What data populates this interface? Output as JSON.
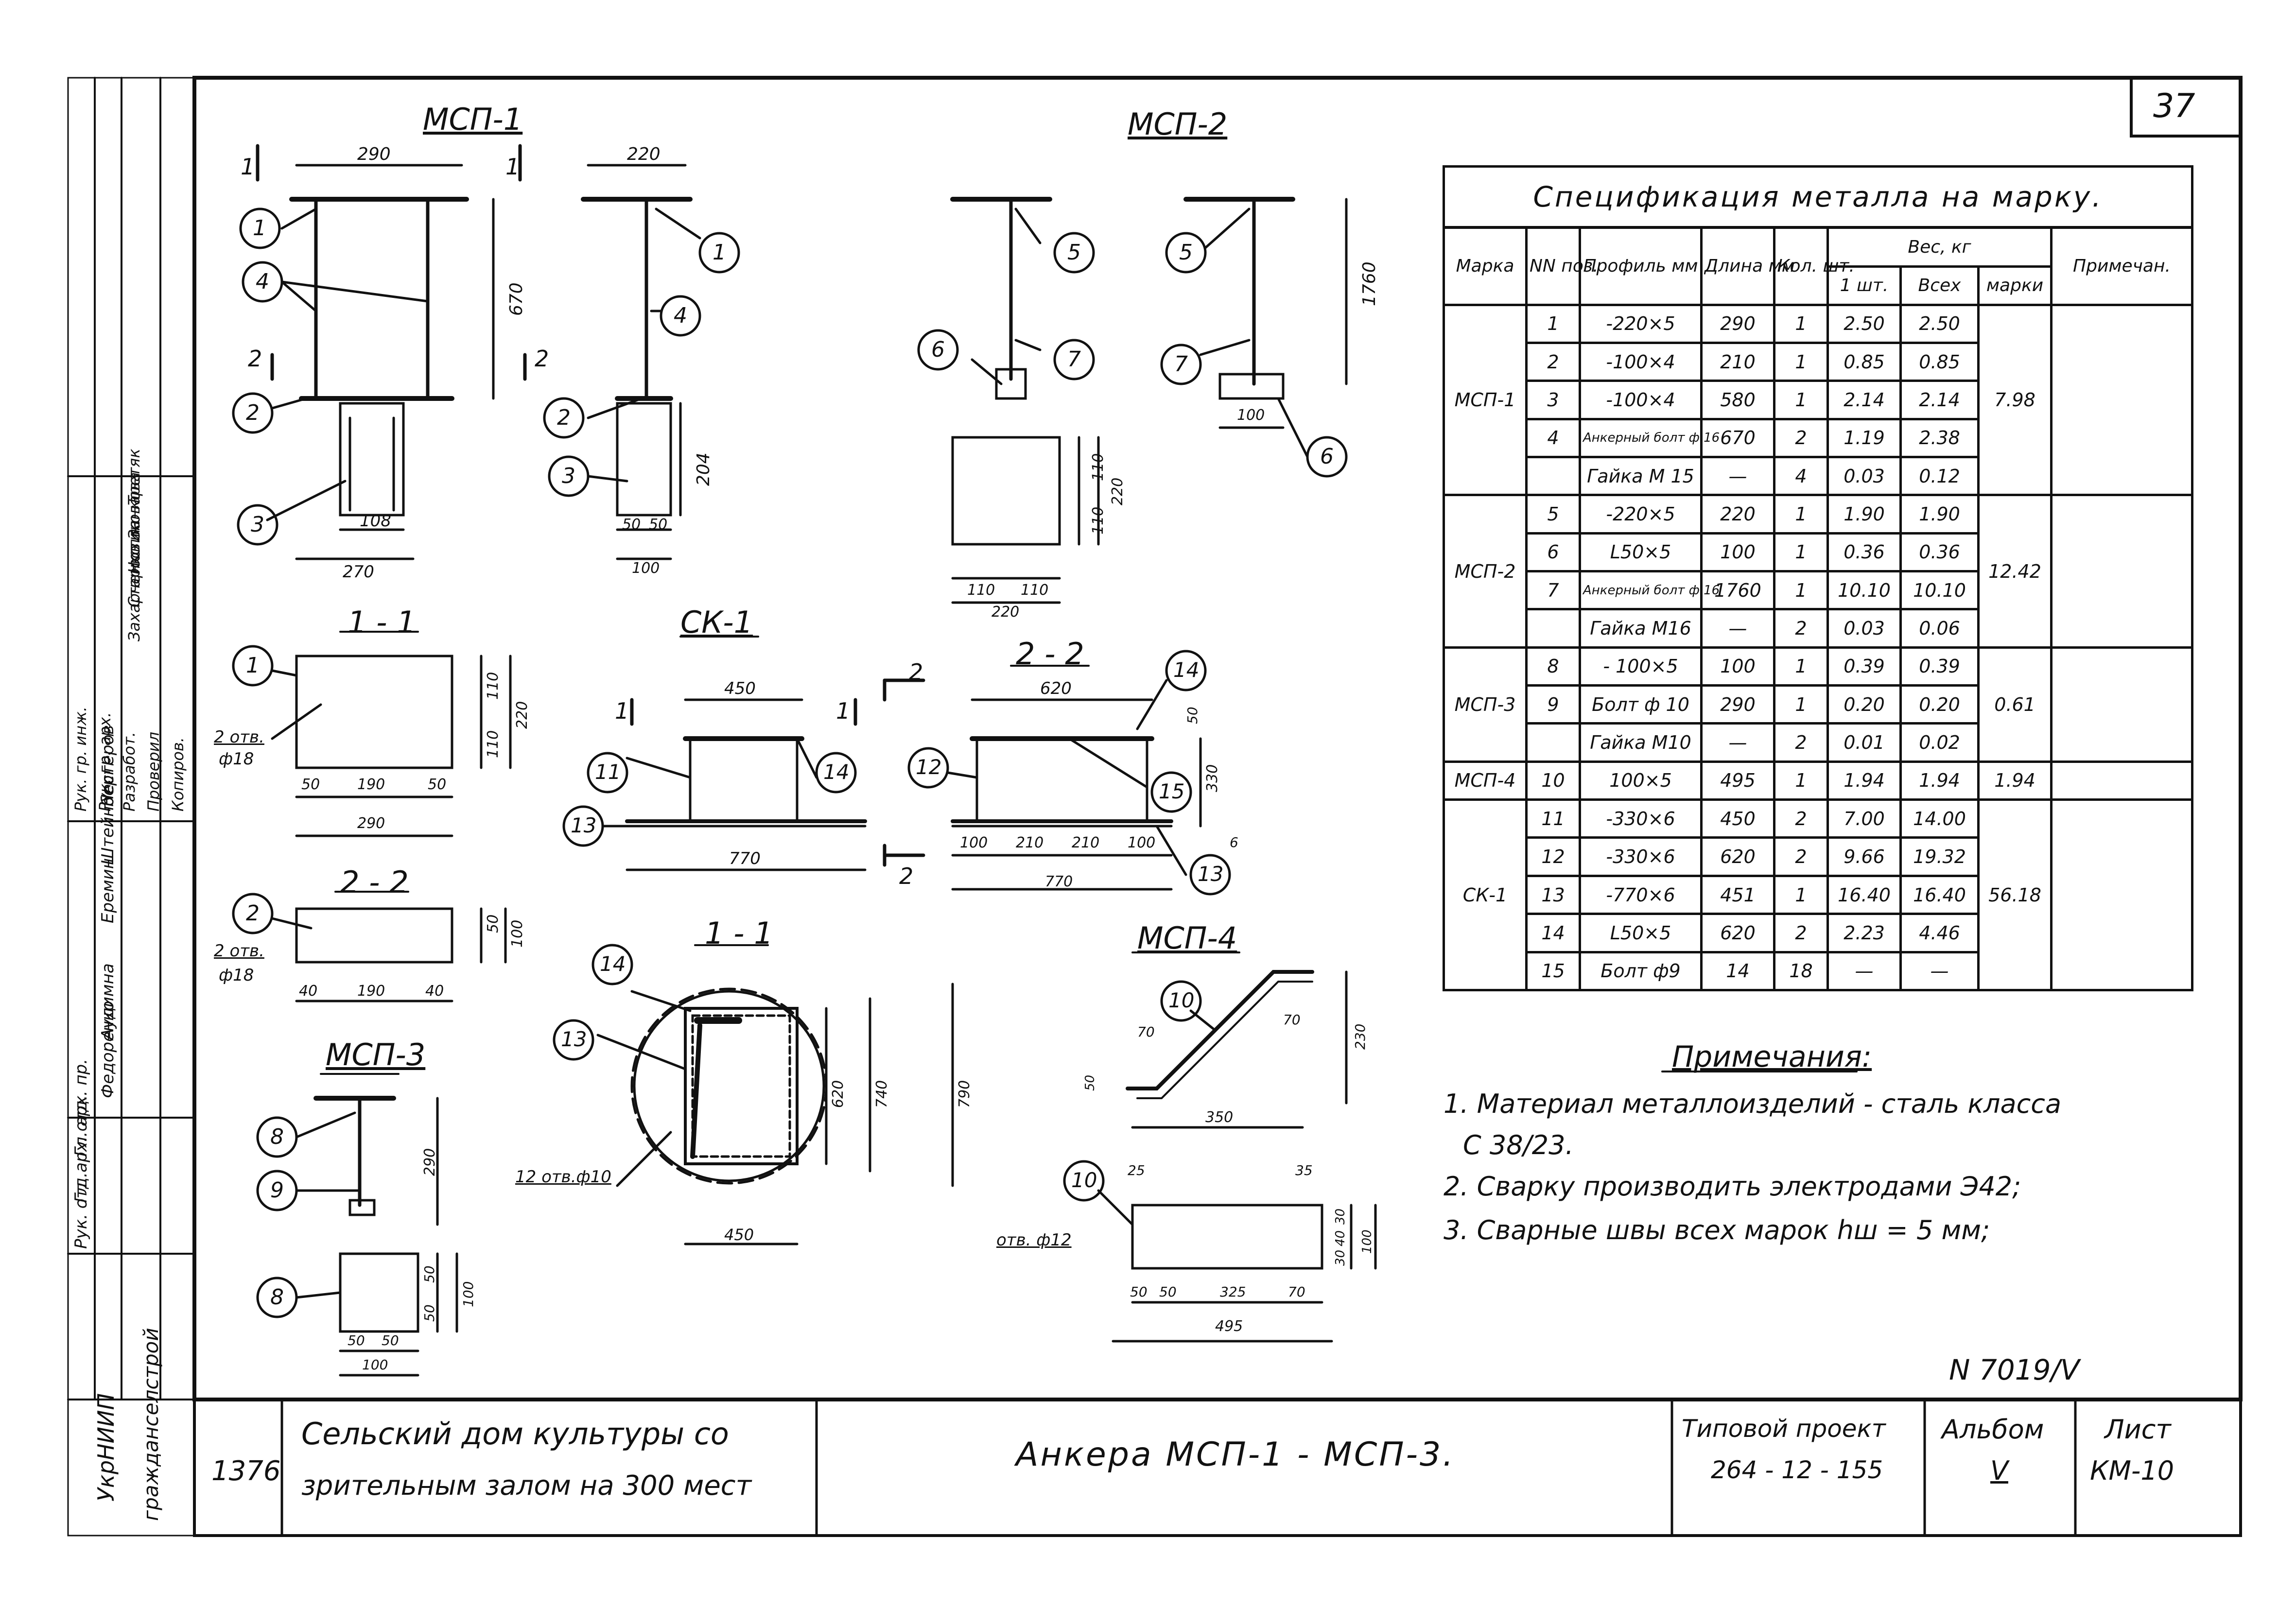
{
  "sheet_number": "37",
  "drawing_labels": {
    "msp1": "МСП-1",
    "msp2": "МСП-2",
    "msp3": "МСП-3",
    "msp4": "МСП-4",
    "ck1": "СК-1",
    "sec11_left": "1 - 1",
    "sec22_left": "2 - 2",
    "sec22_ck": "2 - 2",
    "sec11_ck": "1 - 1"
  },
  "dimensions": {
    "d290": "290",
    "d220": "220",
    "d670": "670",
    "d1760": "1760",
    "d204": "204",
    "d108": "108",
    "d270": "270",
    "d50a": "50",
    "d50b": "50",
    "d100": "100",
    "d100b": "100",
    "d110a": "110",
    "d110b": "110",
    "d220b": "220",
    "d110c": "110",
    "d110d": "110",
    "d220c": "220",
    "s11_110a": "110",
    "s11_110b": "110",
    "s11_220": "220",
    "s11_50a": "50",
    "s11_190": "190",
    "s11_50b": "50",
    "s11_290": "290",
    "s11_holes": "2 отв.",
    "s11_d18": "ф18",
    "s22_50": "50",
    "s22_100": "100",
    "s22_40a": "40",
    "s22_190": "190",
    "s22_40b": "40",
    "s22_holes": "2 отв.",
    "s22_d18": "ф18",
    "ck_450": "450",
    "ck_620": "620",
    "ck_330": "330",
    "ck_50": "50",
    "ck_770": "770",
    "ck_100a": "100",
    "ck_210a": "210",
    "ck_210b": "210",
    "ck_100b": "100",
    "ck_770b": "770",
    "ck_6": "6",
    "c11_620": "620",
    "c11_740": "740",
    "c11_790": "790",
    "c11_450": "450",
    "c11_holes": "12 отв.ф10",
    "m3_290": "290",
    "m3_50a": "50",
    "m3_50b": "50",
    "m3_100": "100",
    "m3_50c": "50",
    "m3_50d": "50",
    "m3_100b": "100",
    "m4_70": "70",
    "m4_230": "230",
    "m4_70b": "70",
    "m4_350": "350",
    "m4_50": "50",
    "m4_25": "25",
    "m4_35": "35",
    "m4_50a": "50",
    "m4_50b": "50",
    "m4_325": "325",
    "m4_70c": "70",
    "m4_495": "495",
    "m4_holes": "отв. ф12",
    "m4_30a": "30",
    "m4_40": "40",
    "m4_30b": "30",
    "m4_100": "100"
  },
  "cut_marks": {
    "c1a": "1",
    "c1b": "1",
    "c2a": "2",
    "c2b": "2",
    "ck1a": "1",
    "ck1b": "1",
    "ck2a": "2",
    "ck2b": "2"
  },
  "positions": {
    "p1a": "1",
    "p4": "4",
    "p2a": "2",
    "p3a": "3",
    "p1b": "1",
    "p4b": "4",
    "p2b": "2",
    "p3b": "3",
    "p5a": "5",
    "p6a": "6",
    "p7a": "7",
    "p5b": "5",
    "p7b": "7",
    "p6b": "6",
    "p1c": "1",
    "p2c": "2",
    "p11": "11",
    "p13a": "13",
    "p14a": "14",
    "p12": "12",
    "p14b": "14",
    "p15": "15",
    "p13b": "13",
    "p14c": "14",
    "p13c": "13",
    "p8a": "8",
    "p9": "9",
    "p8b": "8",
    "p10a": "10",
    "p10b": "10"
  },
  "spec_table": {
    "caption": "Спецификация металла на марку.",
    "headers": {
      "mark": "Марка",
      "pos": "NN поз.",
      "profile": "Профиль мм",
      "length": "Длина мм",
      "qty": "Кол. шт.",
      "weight": "Вес, кг",
      "w1": "1 шт.",
      "wall": "Всех",
      "wmark": "марки",
      "note": "Примечан."
    },
    "groups": [
      {
        "mark": "МСП-1",
        "total": "7.98",
        "rows": [
          {
            "pos": "1",
            "profile": "-220×5",
            "length": "290",
            "qty": "1",
            "w1": "2.50",
            "wall": "2.50"
          },
          {
            "pos": "2",
            "profile": "-100×4",
            "length": "210",
            "qty": "1",
            "w1": "0.85",
            "wall": "0.85"
          },
          {
            "pos": "3",
            "profile": "-100×4",
            "length": "580",
            "qty": "1",
            "w1": "2.14",
            "wall": "2.14"
          },
          {
            "pos": "4",
            "profile": "Анкерный болт ф 16",
            "length": "670",
            "qty": "2",
            "w1": "1.19",
            "wall": "2.38"
          },
          {
            "pos": "",
            "profile": "Гайка М 15",
            "length": "—",
            "qty": "4",
            "w1": "0.03",
            "wall": "0.12"
          }
        ]
      },
      {
        "mark": "МСП-2",
        "total": "12.42",
        "rows": [
          {
            "pos": "5",
            "profile": "-220×5",
            "length": "220",
            "qty": "1",
            "w1": "1.90",
            "wall": "1.90"
          },
          {
            "pos": "6",
            "profile": "L50×5",
            "length": "100",
            "qty": "1",
            "w1": "0.36",
            "wall": "0.36"
          },
          {
            "pos": "7",
            "profile": "Анкерный болт ф 16",
            "length": "1760",
            "qty": "1",
            "w1": "10.10",
            "wall": "10.10"
          },
          {
            "pos": "",
            "profile": "Гайка М16",
            "length": "—",
            "qty": "2",
            "w1": "0.03",
            "wall": "0.06"
          }
        ]
      },
      {
        "mark": "МСП-3",
        "total": "0.61",
        "rows": [
          {
            "pos": "8",
            "profile": "- 100×5",
            "length": "100",
            "qty": "1",
            "w1": "0.39",
            "wall": "0.39"
          },
          {
            "pos": "9",
            "profile": "Болт ф 10",
            "length": "290",
            "qty": "1",
            "w1": "0.20",
            "wall": "0.20"
          },
          {
            "pos": "",
            "profile": "Гайка М10",
            "length": "—",
            "qty": "2",
            "w1": "0.01",
            "wall": "0.02"
          }
        ]
      },
      {
        "mark": "МСП-4",
        "total": "1.94",
        "rows": [
          {
            "pos": "10",
            "profile": "100×5",
            "length": "495",
            "qty": "1",
            "w1": "1.94",
            "wall": "1.94"
          }
        ]
      },
      {
        "mark": "СК-1",
        "total": "56.18",
        "rows": [
          {
            "pos": "11",
            "profile": "-330×6",
            "length": "450",
            "qty": "2",
            "w1": "7.00",
            "wall": "14.00"
          },
          {
            "pos": "12",
            "profile": "-330×6",
            "length": "620",
            "qty": "2",
            "w1": "9.66",
            "wall": "19.32"
          },
          {
            "pos": "13",
            "profile": "-770×6",
            "length": "451",
            "qty": "1",
            "w1": "16.40",
            "wall": "16.40"
          },
          {
            "pos": "14",
            "profile": "L50×5",
            "length": "620",
            "qty": "2",
            "w1": "2.23",
            "wall": "4.46"
          },
          {
            "pos": "15",
            "profile": "Болт ф9",
            "length": "14",
            "qty": "18",
            "w1": "—",
            "wall": "—"
          }
        ]
      }
    ]
  },
  "notes": {
    "title": "Примечания:",
    "items": [
      "1. Материал металлоизделий - сталь класса",
      "С 38/23.",
      "2. Сварку производить электродами Э42;",
      "3. Сварные швы всех марок hш = 5 мм;"
    ]
  },
  "doc_number": "N 7019/V",
  "title_block": {
    "code": "1376",
    "project_line1": "Сельский дом культуры со",
    "project_line2": "зрительным залом на 300 мест",
    "sheet_title": "Анкера МСП-1 - МСП-3.",
    "typical_label": "Типовой проект",
    "typical_value": "264 - 12 - 155",
    "album_label": "Альбом",
    "album_value": "V",
    "sheet_label": "Лист",
    "sheet_value": "КМ-10"
  },
  "side_block": {
    "org1": "УкрНИИП",
    "org2": "гражданселстрой",
    "roles": [
      "Рук. отд.",
      "Гл. арх. отд.",
      "Гл. арх. пр.",
      "Рук. гр. инж.",
      "Рук. гр. арх.",
      "Разработ.",
      "Проверил",
      "Копиров."
    ],
    "names_a": [
      "Федоренко",
      "Аудимна",
      "",
      "Еремин",
      "Штейнберг",
      "Нестеров"
    ],
    "names_b": [
      "Захарченко",
      "Старостин",
      "Новикова",
      "Занкова",
      "Третяк"
    ]
  }
}
